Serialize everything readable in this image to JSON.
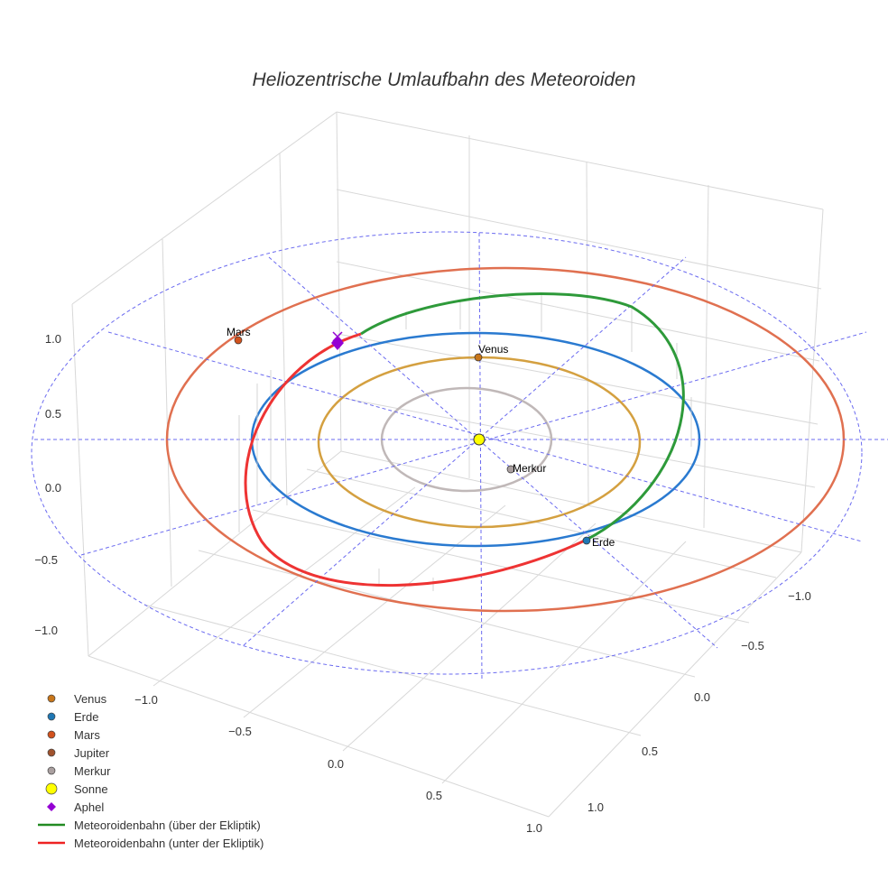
{
  "chart_data": {
    "type": "scatter3d",
    "title": "Heliozentrische Umlaufbahn des Meteoroiden",
    "axes": {
      "x": {
        "ticks": [
          "−1.0",
          "−0.5",
          "0.0",
          "0.5",
          "1.0"
        ],
        "range": [
          -1.2,
          1.2
        ]
      },
      "y": {
        "ticks": [
          "−1.0",
          "−0.5",
          "0.0",
          "0.5",
          "1.0"
        ],
        "range": [
          -1.2,
          1.2
        ]
      },
      "z": {
        "ticks": [
          "1.0",
          "0.5",
          "0.0",
          "−0.5",
          "−1.0"
        ],
        "range": [
          -1.2,
          1.2
        ]
      }
    },
    "grid": true,
    "legend_position": "bottom-left",
    "planets": [
      {
        "name": "Venus",
        "label": "Venus",
        "color": "#c8761a"
      },
      {
        "name": "Erde",
        "label": "Erde",
        "color": "#1f77b4"
      },
      {
        "name": "Mars",
        "label": "Mars",
        "color": "#d2521d"
      },
      {
        "name": "Jupiter",
        "color": "#a0522d"
      },
      {
        "name": "Merkur",
        "label": "Merkur",
        "color": "#aaa0a0"
      }
    ],
    "legend": [
      {
        "name": "Venus",
        "symbol": "circle",
        "color": "#c8761a"
      },
      {
        "name": "Erde",
        "symbol": "circle",
        "color": "#1f77b4"
      },
      {
        "name": "Mars",
        "symbol": "circle",
        "color": "#d2521d"
      },
      {
        "name": "Jupiter",
        "symbol": "circle",
        "color": "#a0522d"
      },
      {
        "name": "Merkur",
        "symbol": "circle",
        "color": "#aaa0a0"
      },
      {
        "name": "Sonne",
        "symbol": "circle-big",
        "color": "#ffff00"
      },
      {
        "name": "Aphel",
        "symbol": "diamond",
        "color": "#9400d3"
      },
      {
        "name": "Meteoroidenbahn (über der Ekliptik)",
        "symbol": "line",
        "color": "#228b22"
      },
      {
        "name": "Meteoroidenbahn (unter der Ekliptik)",
        "symbol": "line",
        "color": "#ee2222"
      }
    ],
    "orbit_colors": {
      "Merkur": "#c0b8b8",
      "Venus": "#d4a040",
      "Erde": "#2a7ad0",
      "Mars": "#e07050",
      "Jupiter": "#6a6af0"
    }
  }
}
